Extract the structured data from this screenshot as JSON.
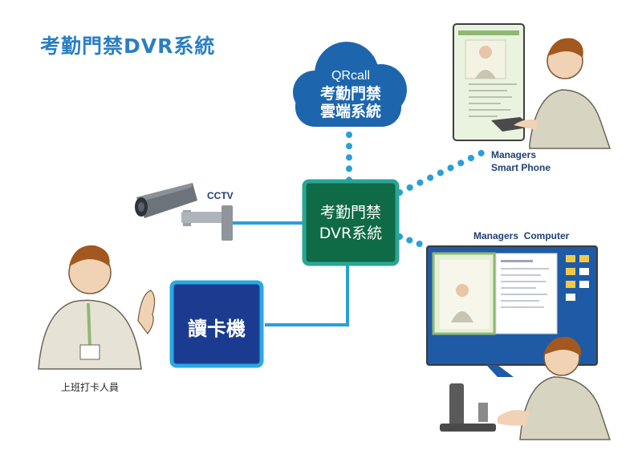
{
  "title": "考勤門禁DVR系統",
  "cloud": {
    "line1": "QRcall",
    "line2": "考勤門禁",
    "line3": "雲端系統"
  },
  "hub": {
    "line1": "考勤門禁",
    "line2": "DVR系統"
  },
  "reader": {
    "label": "讀卡機"
  },
  "cctv": {
    "label": "CCTV"
  },
  "phone": {
    "label_line1": "Managers",
    "label_line2": "Smart Phone"
  },
  "computer": {
    "label": "Managers  Computer"
  },
  "employee": {
    "label": "上班打卡人員"
  },
  "colors": {
    "title_blue": "#2a7fc4",
    "cloud_blue": "#1d66ad",
    "hub_green": "#0f6a46",
    "hub_border": "#2aa596",
    "reader_navy": "#1a3b8f",
    "reader_border": "#2aa8e0",
    "link_blue": "#2a9fd8",
    "label_navy": "#1f3f75"
  },
  "icons": [
    "cloud-icon",
    "cctv-camera-icon",
    "smartphone-icon",
    "monitor-icon",
    "manager-person-icon",
    "employee-person-icon"
  ]
}
